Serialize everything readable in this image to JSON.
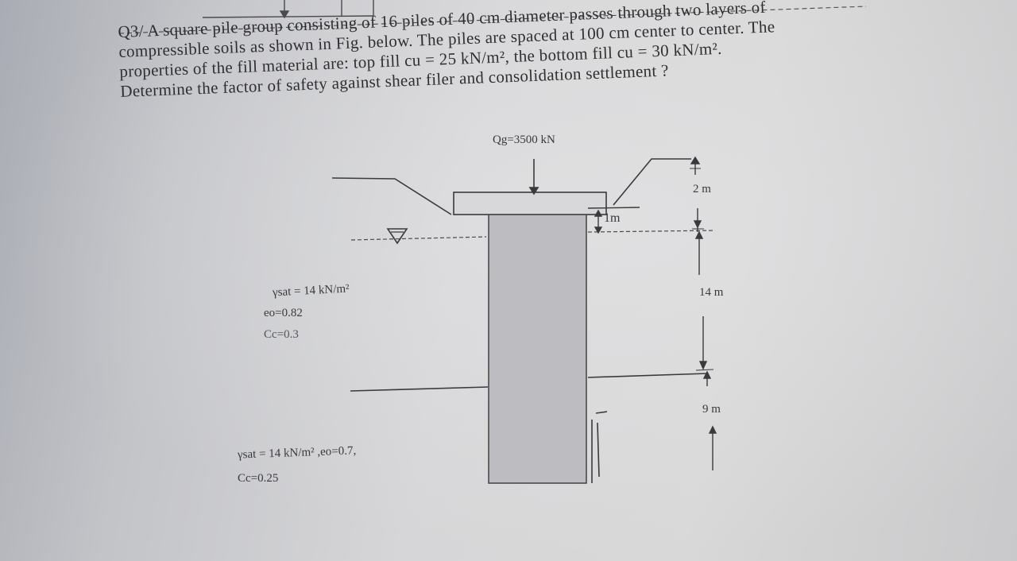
{
  "question": {
    "lines": [
      "Q3/ A square pile group consisting of 16 piles of 40 cm diameter passes through two layers of",
      "compressible soils as shown in Fig. below. The piles are spaced at 100 cm center to center. The",
      "properties of the fill material are: top fill cu = 25 kN/m², the bottom fill cu = 30 kN/m².",
      "Determine the factor of safety against shear filer and consolidation settlement ?"
    ]
  },
  "figure": {
    "load_label": "Qg=3500 kN",
    "dim_top": "2 m",
    "dim_cap": "1m",
    "dim_middle": "14 m",
    "dim_bottom": "9 m",
    "layer1": [
      "γsat = 14 kN/m²",
      "eo=0.82",
      "Cc=0.3"
    ],
    "layer2": [
      "γsat = 14 kN/m² ,eo=0.7,",
      "Cc=0.25"
    ]
  }
}
